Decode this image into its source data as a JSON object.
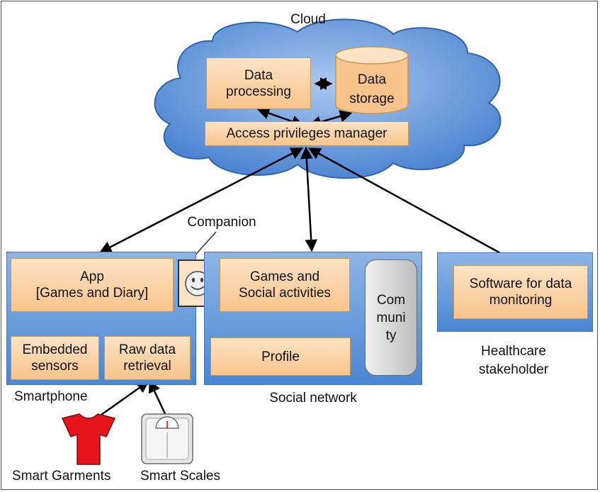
{
  "cloud": {
    "label": "Cloud",
    "data_processing": [
      "Data",
      "processing"
    ],
    "data_storage": [
      "Data",
      "storage"
    ],
    "access_manager": "Access privileges manager"
  },
  "smartphone": {
    "label": "Smartphone",
    "app": [
      "App",
      "[Games and Diary]"
    ],
    "embedded_sensors": [
      "Embedded",
      "sensors"
    ],
    "raw_data": [
      "Raw data",
      "retrieval"
    ]
  },
  "companion": {
    "label": "Companion",
    "icon": "smiley-face-icon"
  },
  "social_network": {
    "label": "Social network",
    "games": [
      "Games and",
      "Social activities"
    ],
    "profile": "Profile",
    "community": [
      "Com",
      "muni",
      "ty"
    ]
  },
  "healthcare": {
    "label": [
      "Healthcare",
      "stakeholder"
    ],
    "software": [
      "Software for data",
      "monitoring"
    ]
  },
  "devices": {
    "garments": "Smart Garments",
    "garments_icon": "t-shirt-icon",
    "scales": "Smart Scales",
    "scales_icon": "bathroom-scale-icon"
  },
  "colors": {
    "box_fill": "#f9c48b",
    "region_fill": "#4a86d3",
    "cloud_fill": "#5b8fd8",
    "garment": "#e8141b"
  }
}
